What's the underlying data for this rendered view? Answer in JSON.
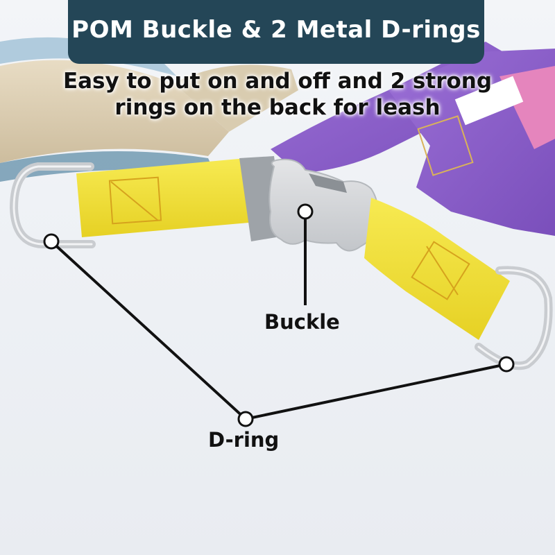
{
  "title": "POM Buckle & 2 Metal D-rings",
  "subtitle_lines": [
    "Easy to put on and off and 2 strong",
    "rings on the back for leash"
  ],
  "callouts": {
    "buckle": "Buckle",
    "dring": "D-ring"
  },
  "colors": {
    "banner": "#244657",
    "strap_yellow": "#f4e23a",
    "strap_purple": "#8a5cc8",
    "buckle_gray": "#d6d8da",
    "metal_ring": "#c9ccd0"
  },
  "photo": {
    "subject": "yellow harness strap with bone-shaped buckle and two metal D-rings"
  }
}
